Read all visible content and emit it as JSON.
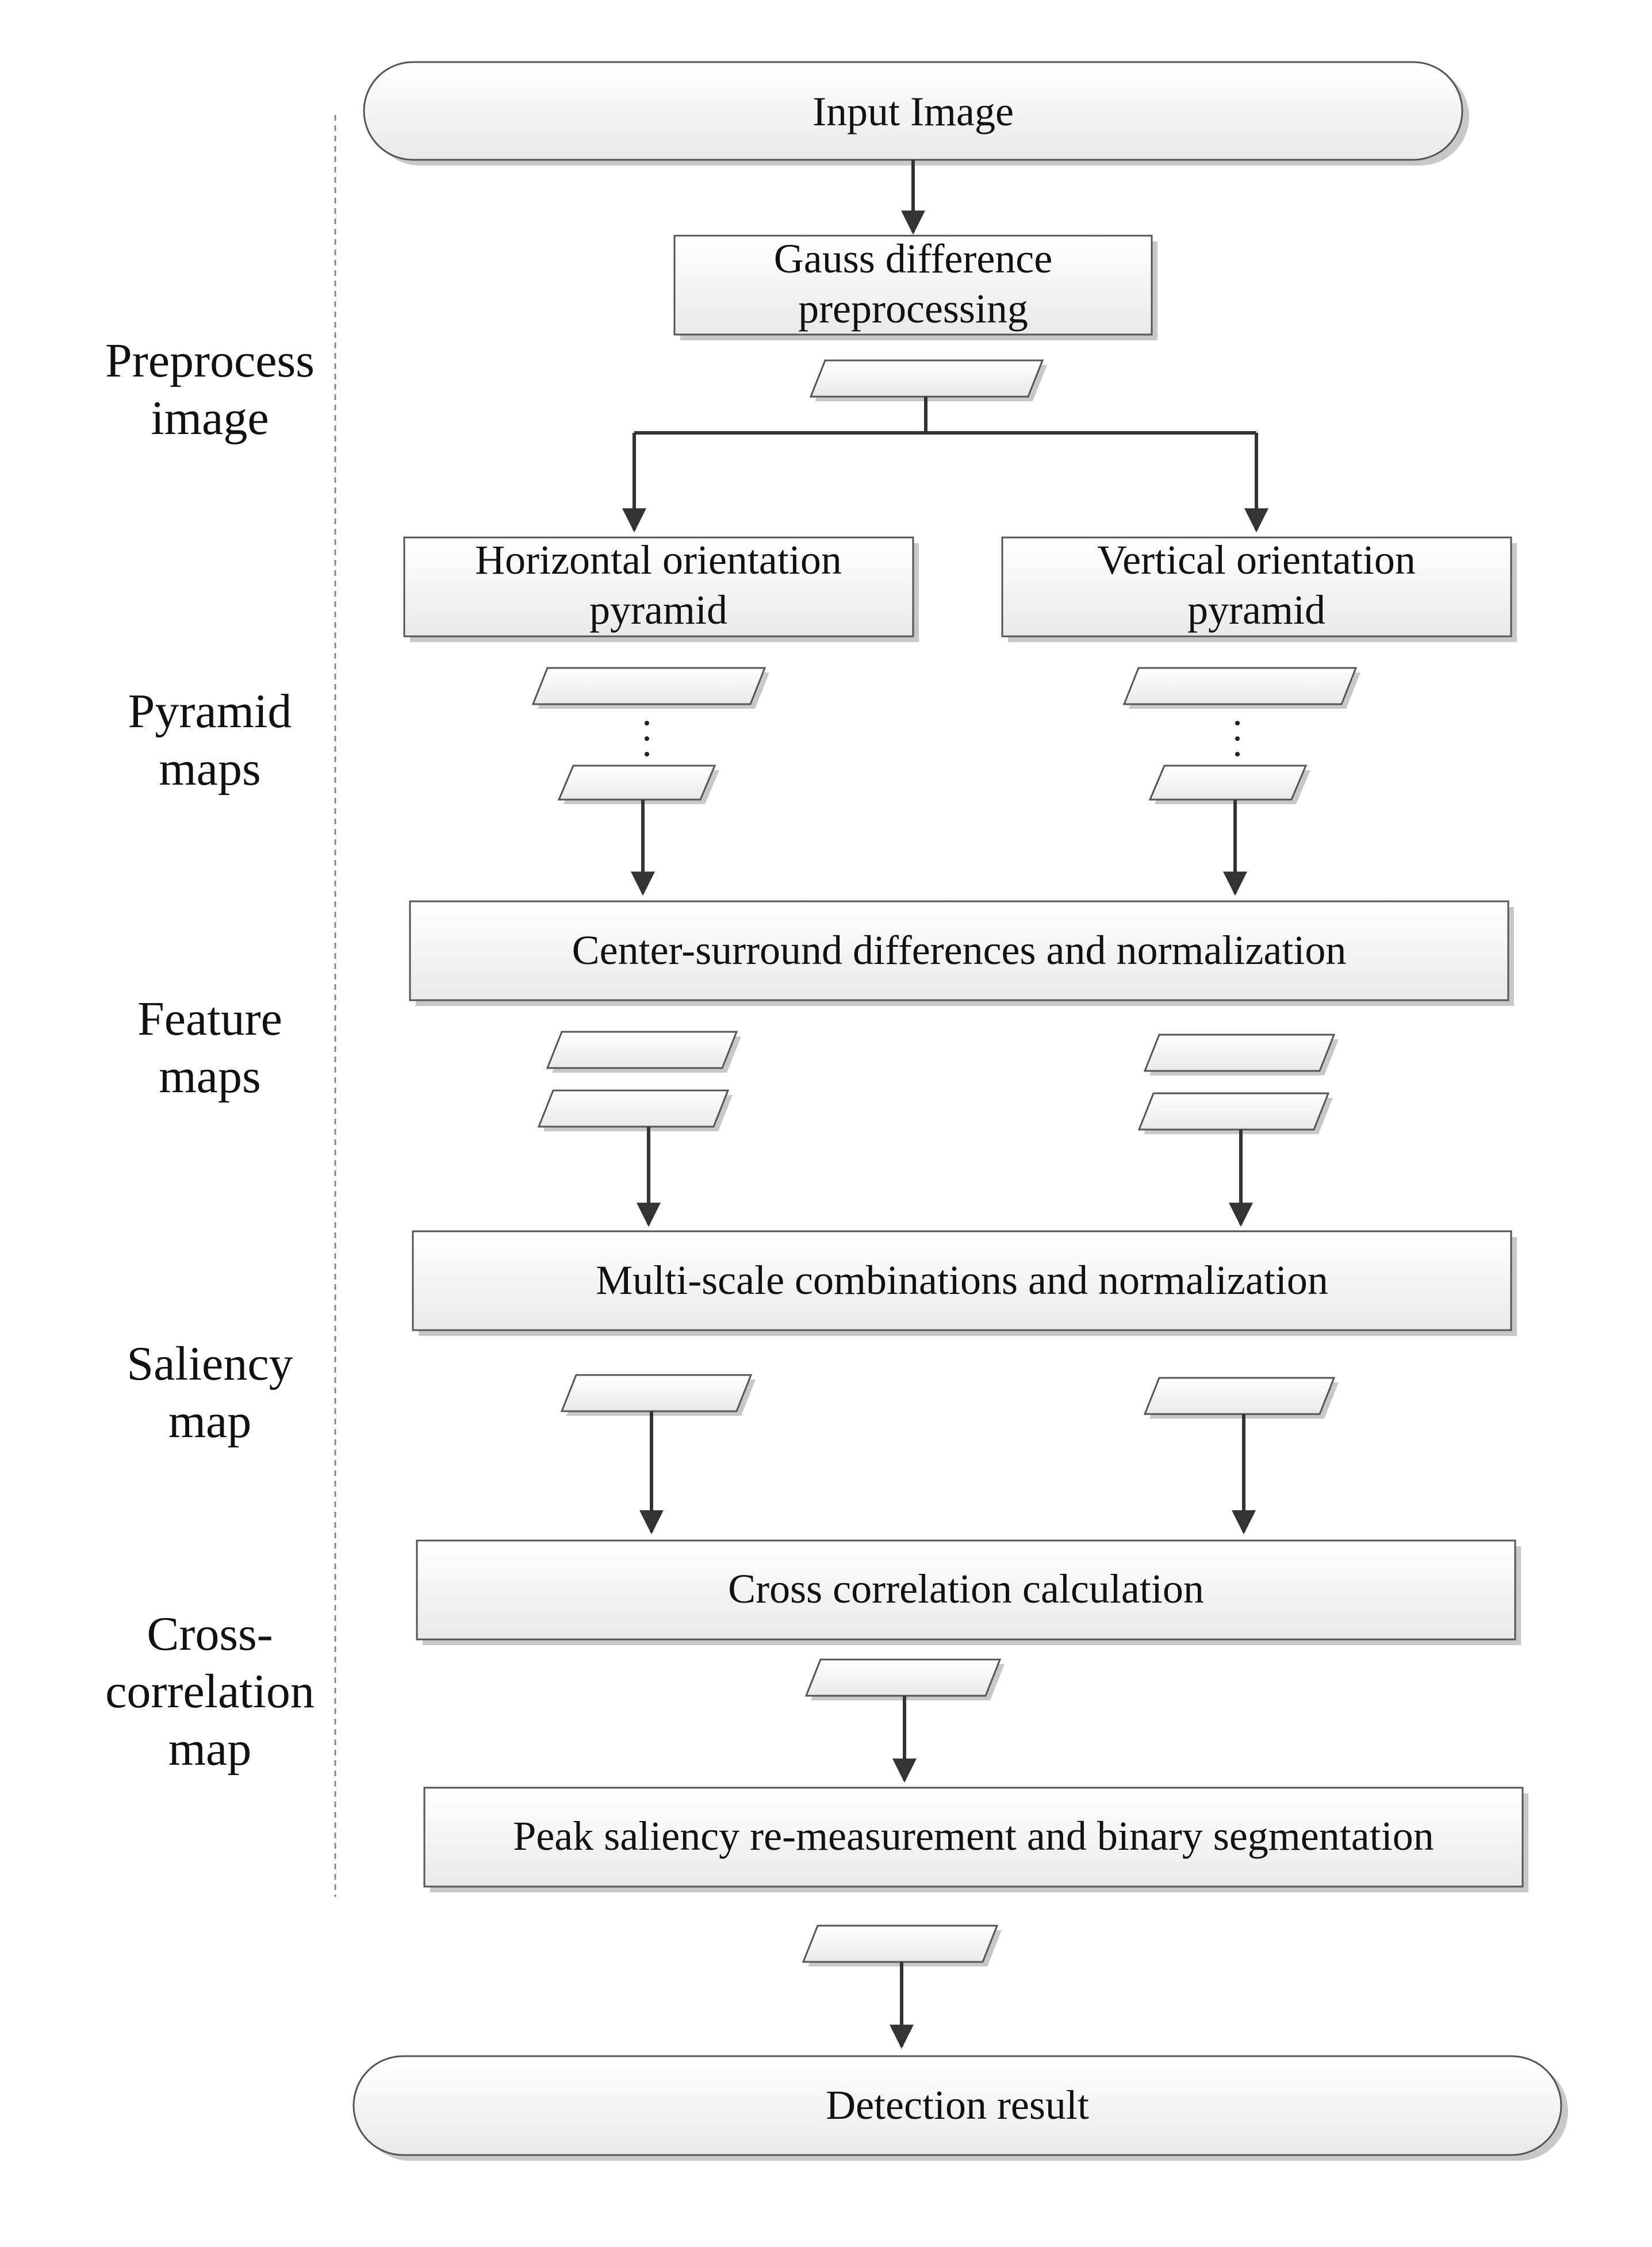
{
  "terminals": {
    "start": "Input Image",
    "end": "Detection result"
  },
  "processes": {
    "gauss": [
      "Gauss difference",
      "preprocessing"
    ],
    "horizontal": [
      "Horizontal orientation",
      "pyramid"
    ],
    "vertical": [
      "Vertical orientation",
      "pyramid"
    ],
    "center_surround": "Center-surround differences and normalization",
    "multi_scale": "Multi-scale combinations and normalization",
    "cross_correlation": "Cross correlation calculation",
    "peak_saliency": "Peak saliency re-measurement and binary segmentation"
  },
  "stages": {
    "preprocess": [
      "Preprocess",
      "image"
    ],
    "pyramid": [
      "Pyramid",
      "maps"
    ],
    "feature": [
      "Feature",
      "maps"
    ],
    "saliency": [
      "Saliency",
      "map"
    ],
    "cross": [
      "Cross-",
      "correlation",
      "map"
    ]
  },
  "colors": {
    "box_fill_top": "#ffffff",
    "box_fill_bottom": "#e8e8e8",
    "stroke": "#555555",
    "arrow": "#333333",
    "shadow": "#c8c8c8"
  }
}
